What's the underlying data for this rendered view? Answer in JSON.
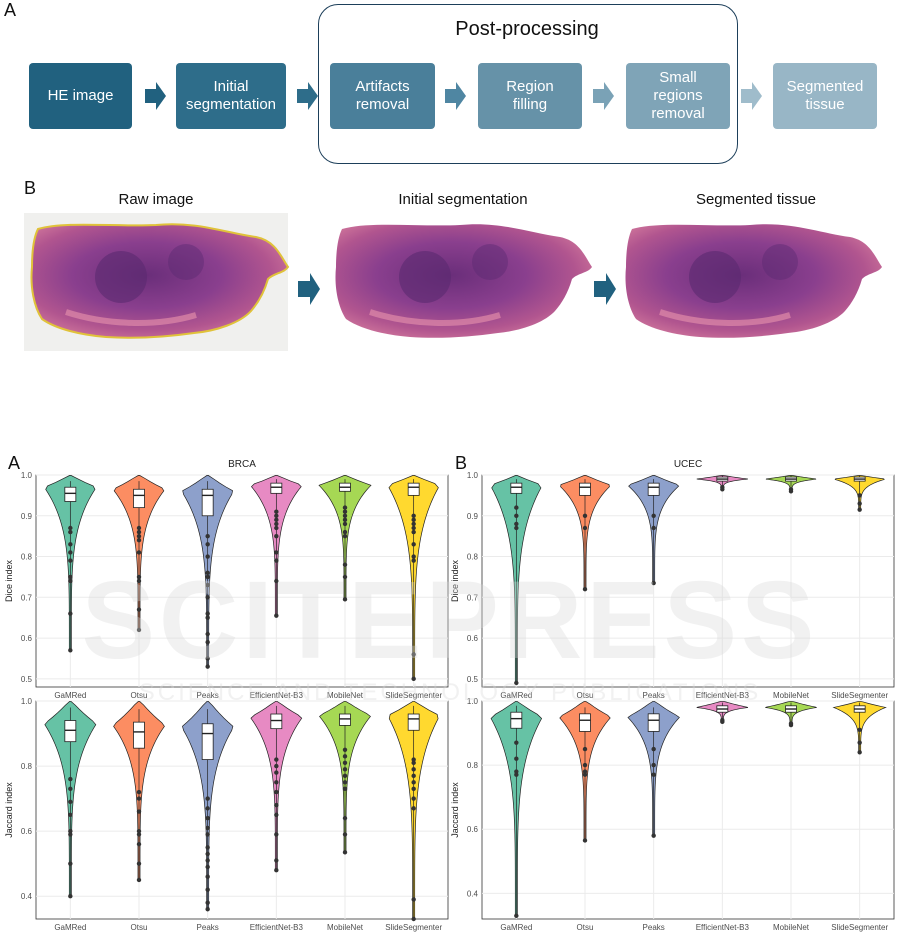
{
  "figure_top": {
    "panel_a_label": "A",
    "panel_b_label": "B",
    "post_processing_title": "Post-processing",
    "steps": [
      {
        "label": "HE image",
        "color": "#21617f"
      },
      {
        "label": "Initial\nsegmentation",
        "color": "#2e6d8a"
      },
      {
        "label": "Artifacts\nremoval",
        "color": "#4a7f9a"
      },
      {
        "label": "Region\nfilling",
        "color": "#6692a8"
      },
      {
        "label": "Small\nregions\nremoval",
        "color": "#7fa4b7"
      },
      {
        "label": "Segmented\ntissue",
        "color": "#98b6c6"
      }
    ],
    "arrow_colors": [
      "#21617f",
      "#2e6d8a",
      "#4f86a2",
      "#7aa2b6",
      "#9fbccb"
    ],
    "image_titles": [
      "Raw image",
      "Initial segmentation",
      "Segmented tissue"
    ],
    "image_arrow_color": "#21617f"
  },
  "figure_bottom": {
    "panel_a_label": "A",
    "panel_b_label": "B",
    "watermark_text": "SCITEPRESS",
    "watermark_subtext": "SCIENCE AND TECHNOLOGY PUBLICATIONS"
  },
  "chart_data": [
    {
      "type": "violin",
      "panel": "A",
      "title": "BRCA",
      "xlabel": "",
      "ylabel": "Dice index",
      "ylim": [
        0.48,
        1.0
      ],
      "yticks": [
        0.5,
        0.6,
        0.7,
        0.8,
        0.9,
        1.0
      ],
      "show_title": true,
      "show_xticks": true,
      "categories": [
        "GaMRed",
        "Otsu",
        "Peaks",
        "EfficientNet-B3",
        "MobileNet",
        "SlideSegmenter"
      ],
      "colors": [
        "#66c2a5",
        "#fc8d62",
        "#8da0cb",
        "#e78ac3",
        "#a6d854",
        "#ffd92f"
      ],
      "series": [
        {
          "median": 0.955,
          "q1": 0.935,
          "q3": 0.97,
          "wmin": 0.88,
          "wmax": 0.985,
          "peak": 0.97,
          "min": 0.57,
          "outliers": [
            0.57,
            0.66,
            0.74,
            0.75,
            0.79,
            0.81,
            0.83,
            0.86,
            0.87
          ]
        },
        {
          "median": 0.95,
          "q1": 0.92,
          "q3": 0.965,
          "wmin": 0.88,
          "wmax": 0.985,
          "peak": 0.965,
          "min": 0.62,
          "outliers": [
            0.62,
            0.67,
            0.74,
            0.75,
            0.81,
            0.84,
            0.85,
            0.86,
            0.87
          ]
        },
        {
          "median": 0.95,
          "q1": 0.9,
          "q3": 0.965,
          "wmin": 0.86,
          "wmax": 0.985,
          "peak": 0.96,
          "min": 0.53,
          "outliers": [
            0.53,
            0.55,
            0.59,
            0.61,
            0.65,
            0.66,
            0.7,
            0.73,
            0.75,
            0.76,
            0.8,
            0.83,
            0.85
          ]
        },
        {
          "median": 0.97,
          "q1": 0.955,
          "q3": 0.98,
          "wmin": 0.92,
          "wmax": 0.99,
          "peak": 0.975,
          "min": 0.655,
          "outliers": [
            0.655,
            0.74,
            0.79,
            0.81,
            0.85,
            0.87,
            0.88,
            0.89,
            0.9,
            0.91
          ]
        },
        {
          "median": 0.97,
          "q1": 0.96,
          "q3": 0.98,
          "wmin": 0.93,
          "wmax": 0.99,
          "peak": 0.975,
          "min": 0.695,
          "outliers": [
            0.695,
            0.75,
            0.78,
            0.85,
            0.86,
            0.88,
            0.89,
            0.9,
            0.91,
            0.92
          ]
        },
        {
          "median": 0.97,
          "q1": 0.95,
          "q3": 0.98,
          "wmin": 0.91,
          "wmax": 0.99,
          "peak": 0.975,
          "min": 0.5,
          "outliers": [
            0.5,
            0.56,
            0.79,
            0.8,
            0.83,
            0.86,
            0.87,
            0.88,
            0.89,
            0.9
          ]
        }
      ]
    },
    {
      "type": "violin",
      "panel": "B",
      "title": "UCEC",
      "xlabel": "",
      "ylabel": "Dice index",
      "ylim": [
        0.48,
        1.0
      ],
      "yticks": [
        0.5,
        0.6,
        0.7,
        0.8,
        0.9,
        1.0
      ],
      "show_title": true,
      "show_xticks": true,
      "categories": [
        "GaMRed",
        "Otsu",
        "Peaks",
        "EfficientNet-B3",
        "MobileNet",
        "SlideSegmenter"
      ],
      "colors": [
        "#66c2a5",
        "#fc8d62",
        "#8da0cb",
        "#e78ac3",
        "#a6d854",
        "#ffd92f"
      ],
      "series": [
        {
          "median": 0.97,
          "q1": 0.955,
          "q3": 0.98,
          "wmin": 0.93,
          "wmax": 0.99,
          "peak": 0.975,
          "min": 0.49,
          "outliers": [
            0.49,
            0.87,
            0.88,
            0.9,
            0.92
          ]
        },
        {
          "median": 0.97,
          "q1": 0.95,
          "q3": 0.98,
          "wmin": 0.92,
          "wmax": 0.99,
          "peak": 0.975,
          "min": 0.72,
          "outliers": [
            0.72,
            0.87,
            0.9
          ]
        },
        {
          "median": 0.97,
          "q1": 0.95,
          "q3": 0.98,
          "wmin": 0.92,
          "wmax": 0.99,
          "peak": 0.975,
          "min": 0.735,
          "outliers": [
            0.735,
            0.87,
            0.9
          ]
        },
        {
          "median": 0.99,
          "q1": 0.985,
          "q3": 0.995,
          "wmin": 0.975,
          "wmax": 0.998,
          "peak": 0.99,
          "min": 0.965,
          "outliers": [
            0.965,
            0.97
          ]
        },
        {
          "median": 0.99,
          "q1": 0.985,
          "q3": 0.995,
          "wmin": 0.975,
          "wmax": 0.998,
          "peak": 0.99,
          "min": 0.96,
          "outliers": [
            0.96,
            0.965
          ]
        },
        {
          "median": 0.99,
          "q1": 0.985,
          "q3": 0.995,
          "wmin": 0.97,
          "wmax": 0.998,
          "peak": 0.99,
          "min": 0.915,
          "outliers": [
            0.915,
            0.93,
            0.95
          ]
        }
      ]
    },
    {
      "type": "violin",
      "panel": "A",
      "title": "",
      "xlabel": "",
      "ylabel": "Jaccard index",
      "ylim": [
        0.33,
        1.0
      ],
      "yticks": [
        0.4,
        0.6,
        0.8,
        1.0
      ],
      "show_title": false,
      "show_xticks": true,
      "categories": [
        "GaMRed",
        "Otsu",
        "Peaks",
        "EfficientNet-B3",
        "MobileNet",
        "SlideSegmenter"
      ],
      "colors": [
        "#66c2a5",
        "#fc8d62",
        "#8da0cb",
        "#e78ac3",
        "#a6d854",
        "#ffd92f"
      ],
      "series": [
        {
          "median": 0.91,
          "q1": 0.875,
          "q3": 0.94,
          "wmin": 0.78,
          "wmax": 0.98,
          "peak": 0.93,
          "min": 0.4,
          "outliers": [
            0.4,
            0.5,
            0.59,
            0.6,
            0.65,
            0.69,
            0.73,
            0.76
          ]
        },
        {
          "median": 0.905,
          "q1": 0.855,
          "q3": 0.935,
          "wmin": 0.77,
          "wmax": 0.975,
          "peak": 0.925,
          "min": 0.45,
          "outliers": [
            0.45,
            0.5,
            0.56,
            0.59,
            0.6,
            0.66,
            0.7,
            0.72
          ]
        },
        {
          "median": 0.9,
          "q1": 0.82,
          "q3": 0.93,
          "wmin": 0.74,
          "wmax": 0.975,
          "peak": 0.92,
          "min": 0.36,
          "outliers": [
            0.36,
            0.38,
            0.42,
            0.46,
            0.49,
            0.51,
            0.53,
            0.55,
            0.59,
            0.61,
            0.64,
            0.67,
            0.7
          ]
        },
        {
          "median": 0.94,
          "q1": 0.915,
          "q3": 0.96,
          "wmin": 0.85,
          "wmax": 0.985,
          "peak": 0.95,
          "min": 0.48,
          "outliers": [
            0.48,
            0.51,
            0.59,
            0.65,
            0.68,
            0.72,
            0.75,
            0.78,
            0.8,
            0.82
          ]
        },
        {
          "median": 0.945,
          "q1": 0.925,
          "q3": 0.96,
          "wmin": 0.87,
          "wmax": 0.985,
          "peak": 0.955,
          "min": 0.535,
          "outliers": [
            0.535,
            0.59,
            0.64,
            0.73,
            0.75,
            0.77,
            0.79,
            0.81,
            0.83,
            0.85
          ]
        },
        {
          "median": 0.945,
          "q1": 0.91,
          "q3": 0.96,
          "wmin": 0.84,
          "wmax": 0.985,
          "peak": 0.955,
          "min": 0.33,
          "outliers": [
            0.33,
            0.39,
            0.67,
            0.7,
            0.73,
            0.75,
            0.77,
            0.79,
            0.81,
            0.82
          ]
        }
      ]
    },
    {
      "type": "violin",
      "panel": "B",
      "title": "",
      "xlabel": "",
      "ylabel": "Jaccard index",
      "ylim": [
        0.32,
        1.0
      ],
      "yticks": [
        0.4,
        0.6,
        0.8,
        1.0
      ],
      "show_title": false,
      "show_xticks": true,
      "categories": [
        "GaMRed",
        "Otsu",
        "Peaks",
        "EfficientNet-B3",
        "MobileNet",
        "SlideSegmenter"
      ],
      "colors": [
        "#66c2a5",
        "#fc8d62",
        "#8da0cb",
        "#e78ac3",
        "#a6d854",
        "#ffd92f"
      ],
      "series": [
        {
          "median": 0.945,
          "q1": 0.915,
          "q3": 0.965,
          "wmin": 0.87,
          "wmax": 0.985,
          "peak": 0.95,
          "min": 0.33,
          "outliers": [
            0.33,
            0.77,
            0.78,
            0.82,
            0.87
          ]
        },
        {
          "median": 0.94,
          "q1": 0.905,
          "q3": 0.96,
          "wmin": 0.86,
          "wmax": 0.98,
          "peak": 0.95,
          "min": 0.565,
          "outliers": [
            0.565,
            0.77,
            0.78,
            0.8,
            0.85
          ]
        },
        {
          "median": 0.94,
          "q1": 0.905,
          "q3": 0.96,
          "wmin": 0.86,
          "wmax": 0.98,
          "peak": 0.95,
          "min": 0.58,
          "outliers": [
            0.58,
            0.77,
            0.8,
            0.85
          ]
        },
        {
          "median": 0.975,
          "q1": 0.965,
          "q3": 0.985,
          "wmin": 0.94,
          "wmax": 0.995,
          "peak": 0.98,
          "min": 0.935,
          "outliers": [
            0.935,
            0.94
          ]
        },
        {
          "median": 0.975,
          "q1": 0.965,
          "q3": 0.985,
          "wmin": 0.94,
          "wmax": 0.995,
          "peak": 0.98,
          "min": 0.925,
          "outliers": [
            0.925,
            0.93
          ]
        },
        {
          "median": 0.975,
          "q1": 0.965,
          "q3": 0.985,
          "wmin": 0.93,
          "wmax": 0.995,
          "peak": 0.98,
          "min": 0.84,
          "outliers": [
            0.84,
            0.87,
            0.91
          ]
        }
      ]
    }
  ]
}
